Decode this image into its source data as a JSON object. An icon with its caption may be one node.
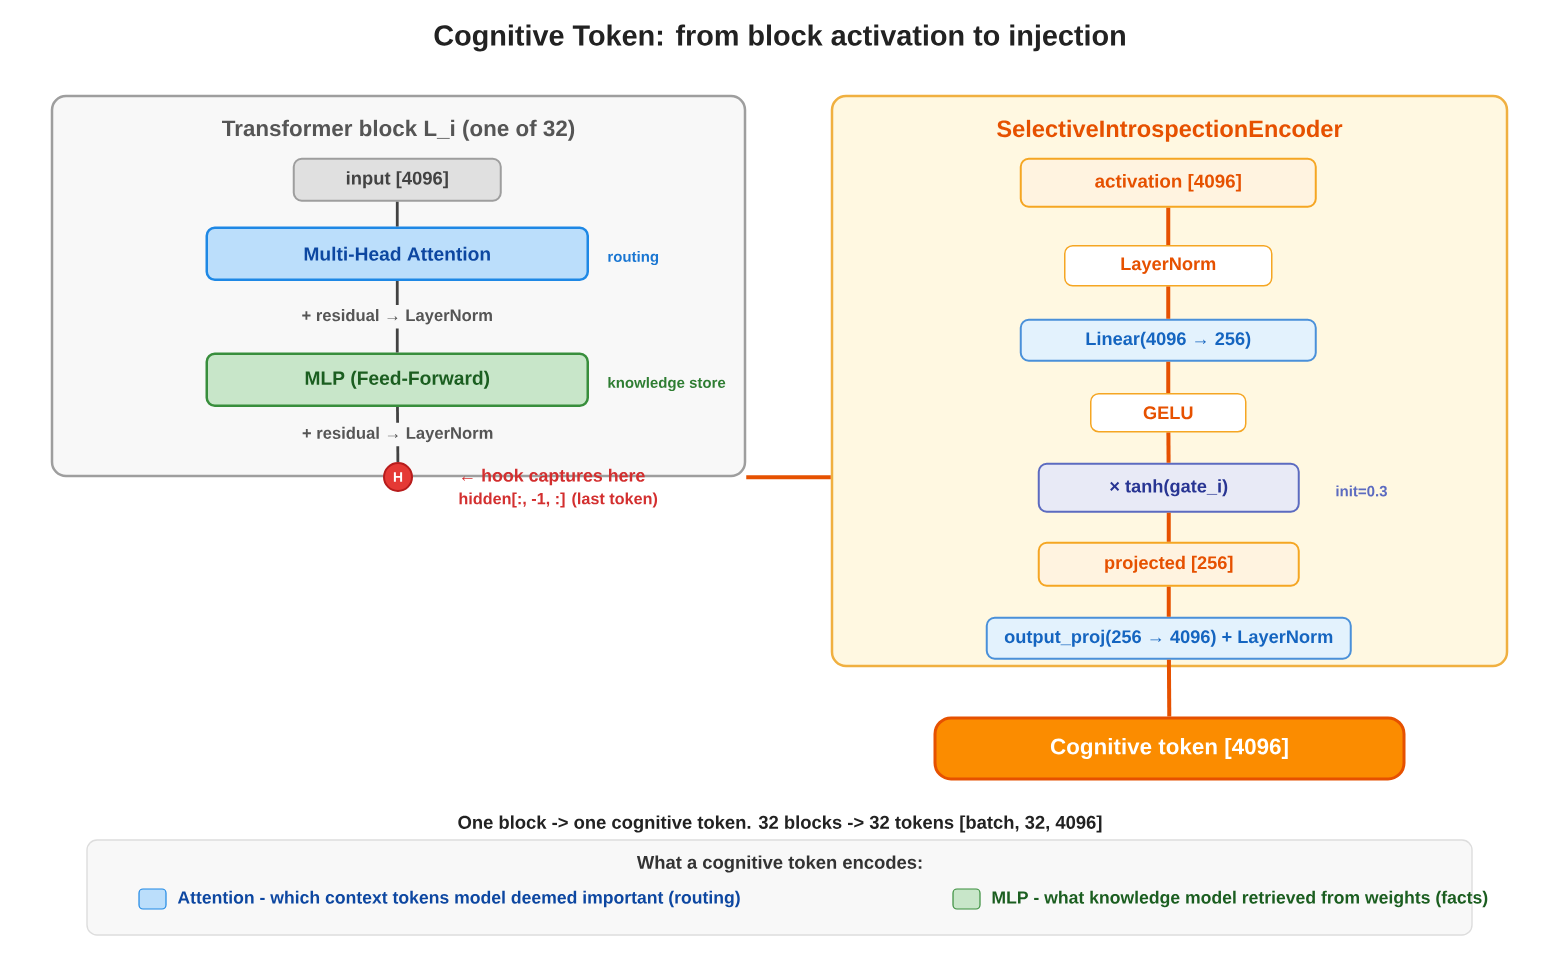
{
  "diagram": {
    "title": "Cognitive Token: from block activation to injection",
    "nodes": [
      {
        "text": [
          "Transformer block L_i (one of 32)"
        ]
      },
      {
        "text": [
          "input [4096]"
        ],
        "in": 0
      },
      {
        "text": [
          "Multi-Head Attention"
        ],
        "in": 0,
        "beside": [
          "routing"
        ]
      },
      {
        "text": [
          "MLP (Feed-Forward)"
        ],
        "in": 0,
        "beside": [
          "knowledge store"
        ]
      },
      {
        "text": [
          "H"
        ],
        "beside": [
          "← hook captures here",
          "hidden[:, -1, :] (last token)"
        ]
      },
      {
        "text": [
          "SelectiveIntrospectionEncoder"
        ]
      },
      {
        "text": [
          "activation [4096]"
        ],
        "in": 5
      },
      {
        "text": [
          "LayerNorm"
        ],
        "in": 5
      },
      {
        "text": [
          "Linear(4096 → 256)"
        ],
        "in": 5
      },
      {
        "text": [
          "GELU"
        ],
        "in": 5
      },
      {
        "text": [
          "× tanh(gate_i)"
        ],
        "in": 5,
        "beside": [
          "init=0.3"
        ]
      },
      {
        "text": [
          "projected [256]"
        ],
        "in": 5
      },
      {
        "text": [
          "output_proj(256 → 4096) + LayerNorm"
        ],
        "in": 5
      },
      {
        "text": [
          "Cognitive token [4096]"
        ]
      }
    ],
    "edges": [
      {
        "from": 1,
        "to": 2,
        "arrow": "none",
        "color": "#424242"
      },
      {
        "from": 2,
        "to": 3,
        "arrow": "none",
        "color": "#424242",
        "label": "+ residual → LayerNorm"
      },
      {
        "from": 3,
        "to": 4,
        "arrow": "none",
        "color": "#424242",
        "label": "+ residual → LayerNorm"
      },
      {
        "from": 0,
        "to": 5,
        "arrow": "none"
      },
      {
        "from": 6,
        "to": 7,
        "arrow": "none"
      },
      {
        "from": 7,
        "to": 8,
        "arrow": "none"
      },
      {
        "from": 8,
        "to": 9,
        "arrow": "none"
      },
      {
        "from": 9,
        "to": 10,
        "arrow": "none"
      },
      {
        "from": 10,
        "to": 11,
        "arrow": "none"
      },
      {
        "from": 11,
        "to": 12,
        "arrow": "none"
      },
      {
        "from": 12,
        "to": 13,
        "arrow": "none"
      }
    ],
    "labels": [
      "One block -> one cognitive token. 32 blocks -> 32 tokens [batch, 32, 4096]",
      "What a cognitive token encodes:"
    ],
    "legend": [
      {
        "text": "Attention - which context tokens model deemed important (routing)",
        "color": "#bbdefb"
      },
      {
        "text": "MLP - what knowledge model retrieved from weights (facts)",
        "color": "#c8e6c9"
      }
    ]
  }
}
